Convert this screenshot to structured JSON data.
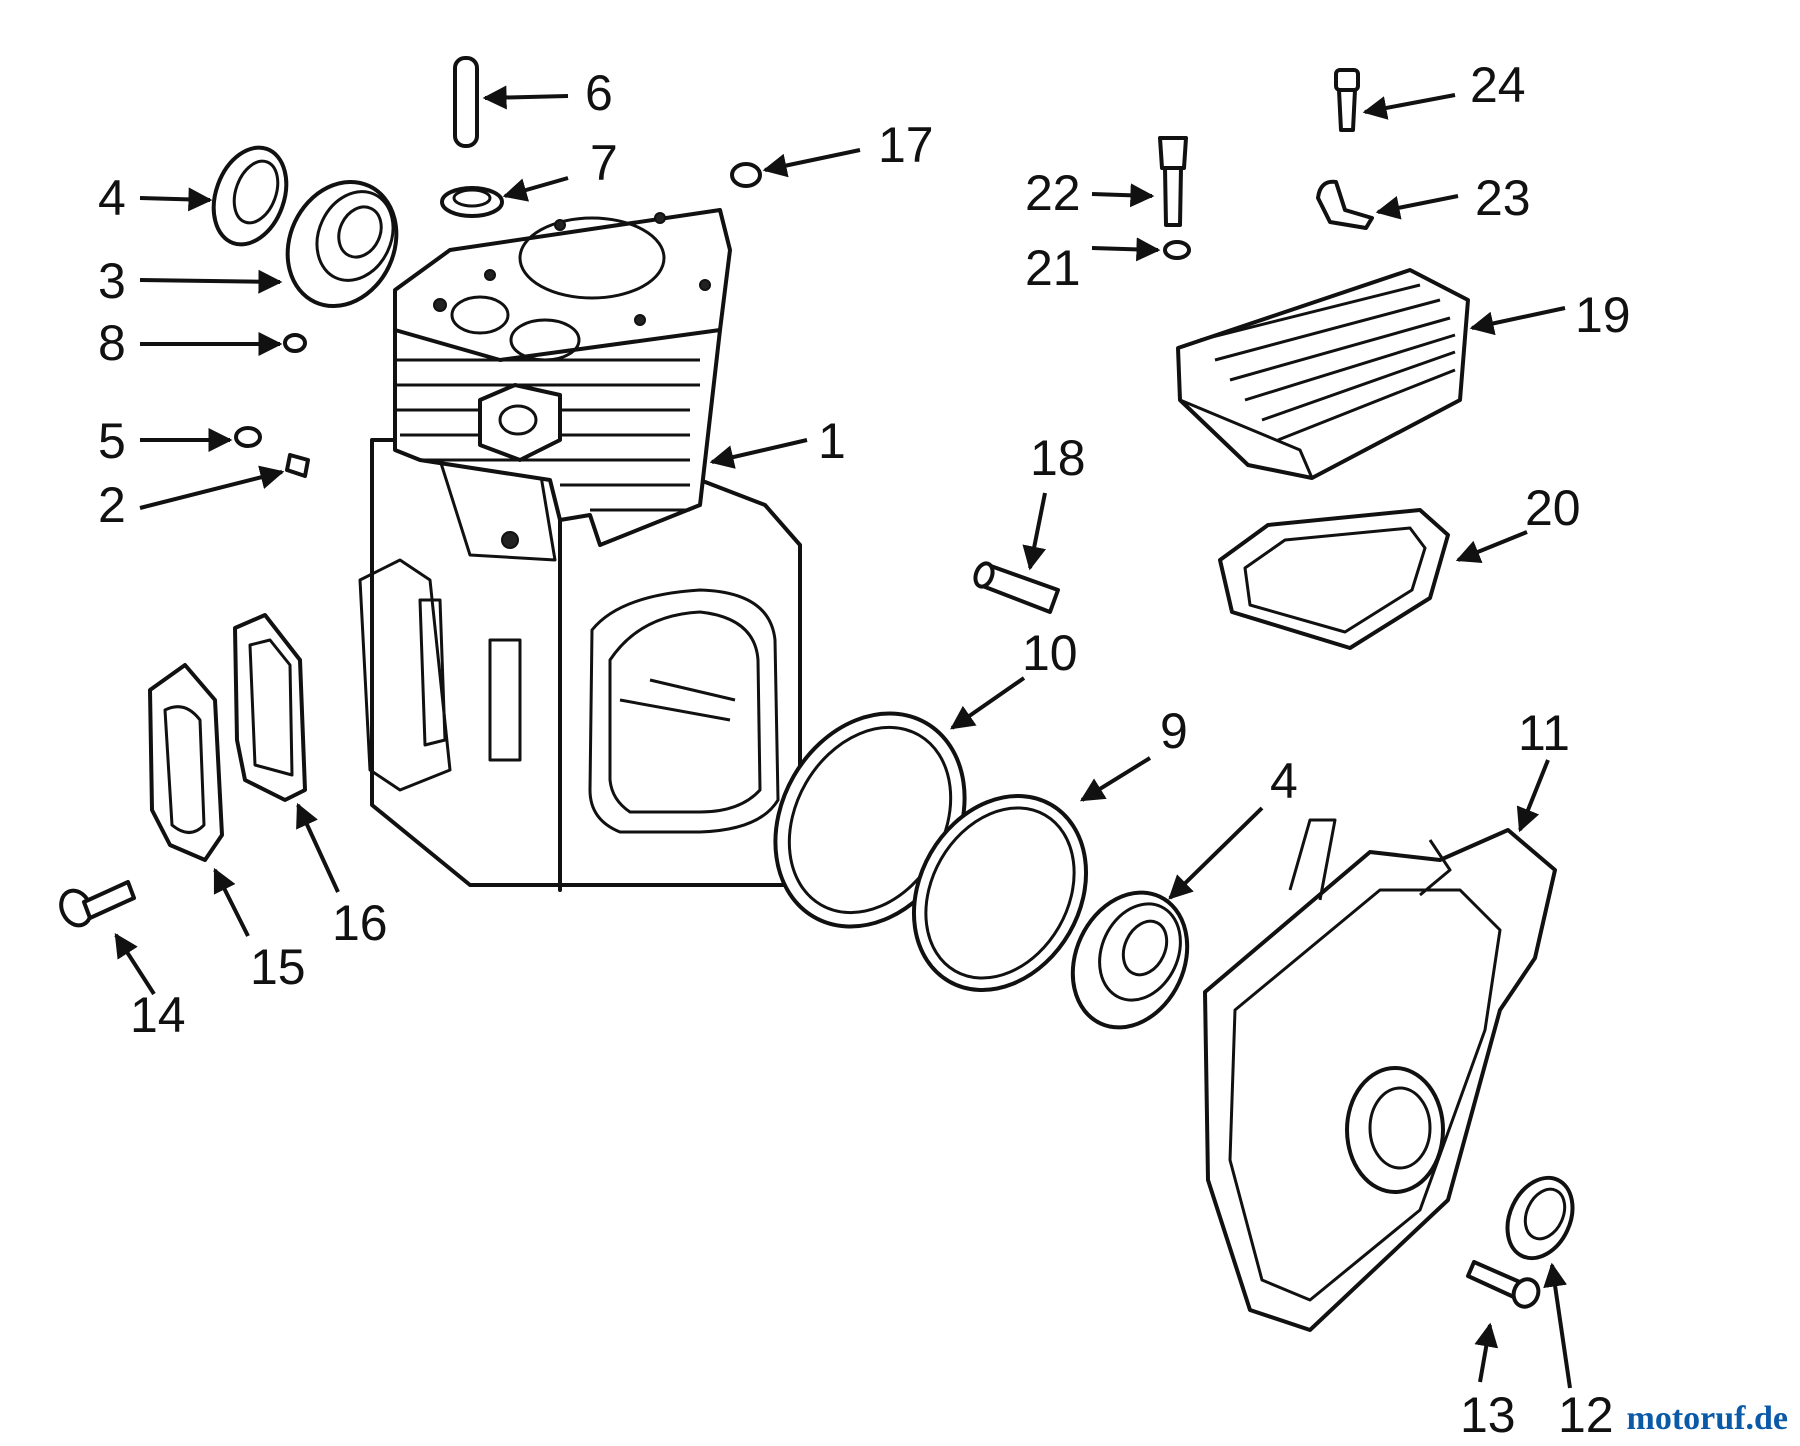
{
  "callouts": [
    "1",
    "2",
    "3",
    "4",
    "5",
    "6",
    "7",
    "8",
    "9",
    "10",
    "11",
    "12",
    "13",
    "14",
    "15",
    "16",
    "17",
    "18",
    "19",
    "20",
    "21",
    "22",
    "23",
    "24",
    "4"
  ],
  "watermark": "motoruf.de",
  "colors": {
    "line": "#111111",
    "background": "#ffffff",
    "watermark": "#0a5aa8"
  }
}
